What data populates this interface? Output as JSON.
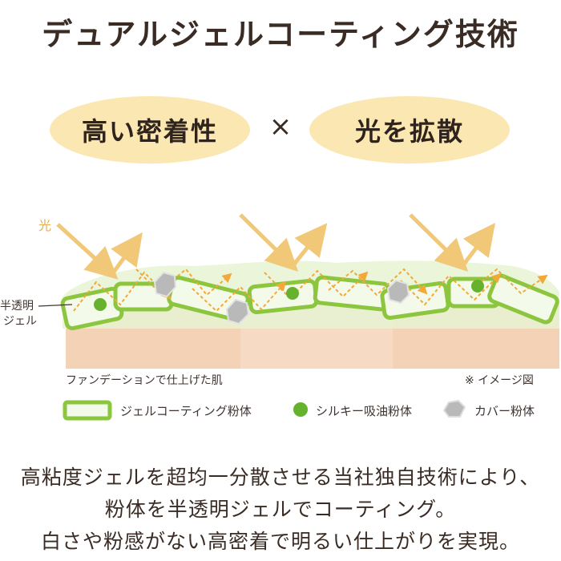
{
  "title": "デュアルジェルコーティング技術",
  "features": {
    "left": "高い密着性",
    "operator": "×",
    "right": "光を拡散"
  },
  "diagram": {
    "light_label": "光",
    "gel_label": "半透明\nジェル",
    "skin_label": "ファンデーションで仕上げた肌",
    "note": "※ イメージ図"
  },
  "legend": [
    {
      "icon": "gel-coated-powder-icon",
      "label": "ジェルコーティング粉体"
    },
    {
      "icon": "silky-oil-absorbing-powder-icon",
      "label": "シルキー吸油粉体"
    },
    {
      "icon": "cover-powder-icon",
      "label": "カバー粉体"
    }
  ],
  "description": [
    "高粘度ジェルを超均一分散させる当社独自技術により、",
    "粉体を半透明ジェルでコーティング。",
    "白さや粉感がない高密着で明るい仕上がりを実現。"
  ],
  "colors": {
    "pill": "#fbe7b2",
    "arrow": "#f0c877",
    "gel_border": "#8cc63f",
    "gel_fill": "#eaf6d7",
    "skin": "#f5d6bd",
    "dot": "#66b22e",
    "hex": "#b5b5b5",
    "trace": "#f2a93a"
  }
}
